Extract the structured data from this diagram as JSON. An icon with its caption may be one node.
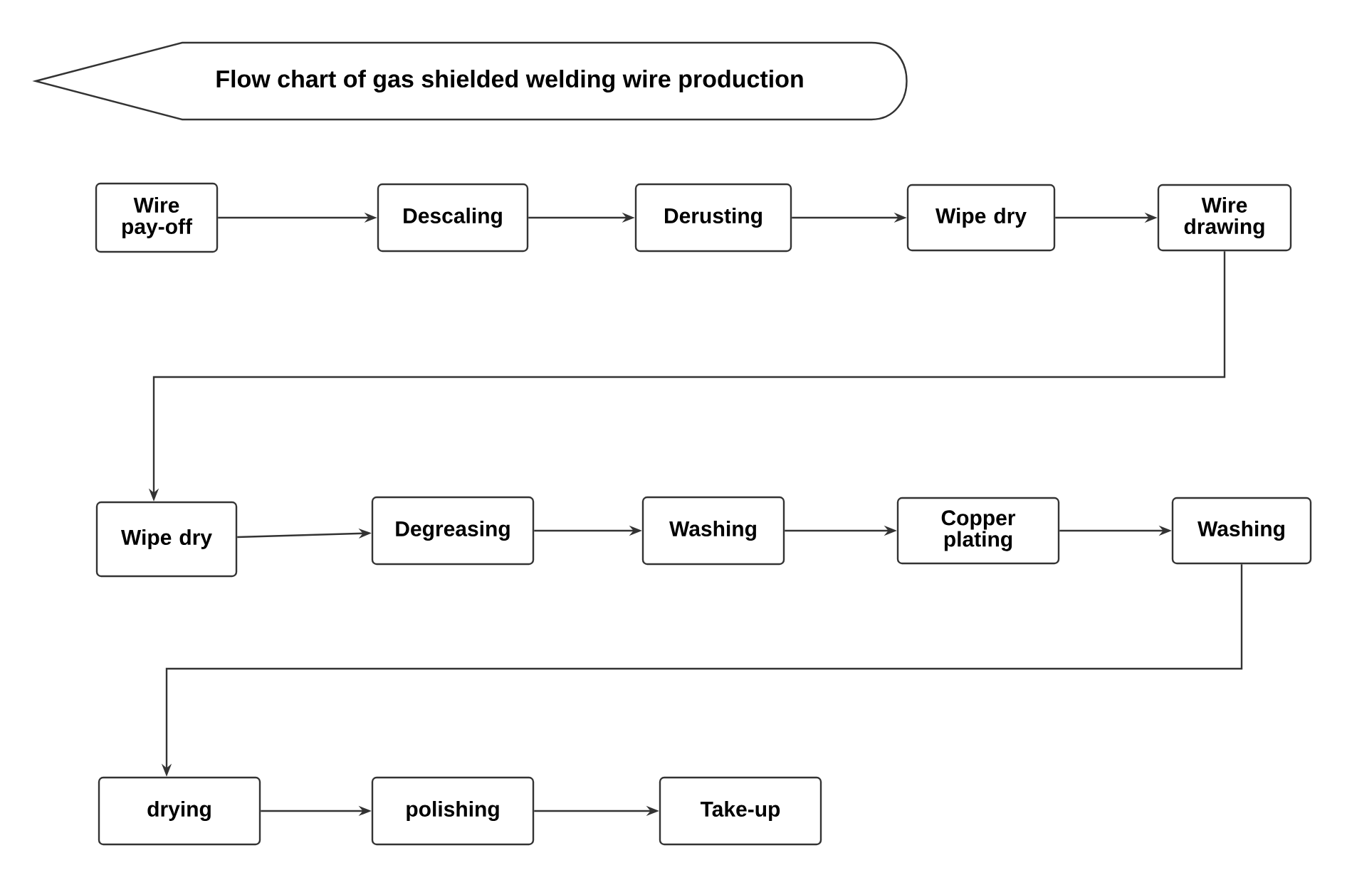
{
  "diagram": {
    "title": "Flow chart of gas shielded welding wire production",
    "nodes": [
      {
        "text": [
          "Wire pay-off"
        ]
      },
      {
        "text": [
          "Descaling"
        ]
      },
      {
        "text": [
          "Derusting"
        ]
      },
      {
        "text": [
          "Wipe dry"
        ]
      },
      {
        "text": [
          "Wire drawing"
        ]
      },
      {
        "text": [
          "Wipe dry"
        ]
      },
      {
        "text": [
          "Degreasing"
        ]
      },
      {
        "text": [
          "Washing"
        ]
      },
      {
        "text": [
          "Copper plating"
        ]
      },
      {
        "text": [
          "Washing"
        ]
      },
      {
        "text": [
          "drying"
        ]
      },
      {
        "text": [
          "polishing"
        ]
      },
      {
        "text": [
          "Take-up"
        ]
      }
    ],
    "edges": [
      {
        "from": 0,
        "to": 1,
        "arrow": "to"
      },
      {
        "from": 1,
        "to": 2,
        "arrow": "to"
      },
      {
        "from": 2,
        "to": 3,
        "arrow": "to"
      },
      {
        "from": 3,
        "to": 4,
        "arrow": "to"
      },
      {
        "from": 4,
        "to": 5,
        "arrow": "to"
      },
      {
        "from": 5,
        "to": 6,
        "arrow": "to"
      },
      {
        "from": 6,
        "to": 7,
        "arrow": "to"
      },
      {
        "from": 7,
        "to": 8,
        "arrow": "to"
      },
      {
        "from": 8,
        "to": 9,
        "arrow": "to"
      },
      {
        "from": 9,
        "to": 10,
        "arrow": "to"
      },
      {
        "from": 10,
        "to": 11,
        "arrow": "to"
      },
      {
        "from": 11,
        "to": 12,
        "arrow": "to"
      }
    ]
  }
}
